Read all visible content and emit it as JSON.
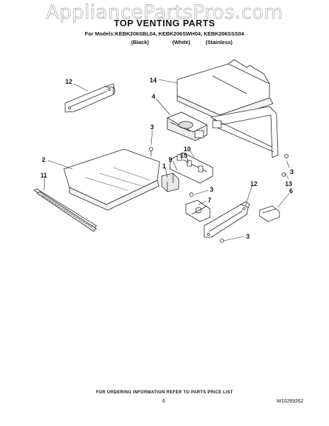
{
  "watermark": "AppliancePartsPros.com",
  "header": {
    "title": "TOP VENTING PARTS",
    "models": "For Models:KEBK206SBL04, KEBK206SWH04, KEBK206SSS04",
    "color_black": "(Black)",
    "color_white": "(White)",
    "color_stainless": "(Stainless)"
  },
  "callouts": {
    "c12a": "12",
    "c14": "14",
    "c4": "4",
    "c3a": "3",
    "c2": "2",
    "c11": "11",
    "c10": "10",
    "c15": "15",
    "c9": "9",
    "c1": "1",
    "c3b": "3",
    "c7": "7",
    "c12b": "12",
    "c3c": "3",
    "c13": "13",
    "c6": "6",
    "c3d": "3"
  },
  "footer": {
    "note": "FOR ORDERING INFORMATION REFER TO PARTS PRICE LIST",
    "page": "6",
    "doc_number": "W10269262"
  }
}
